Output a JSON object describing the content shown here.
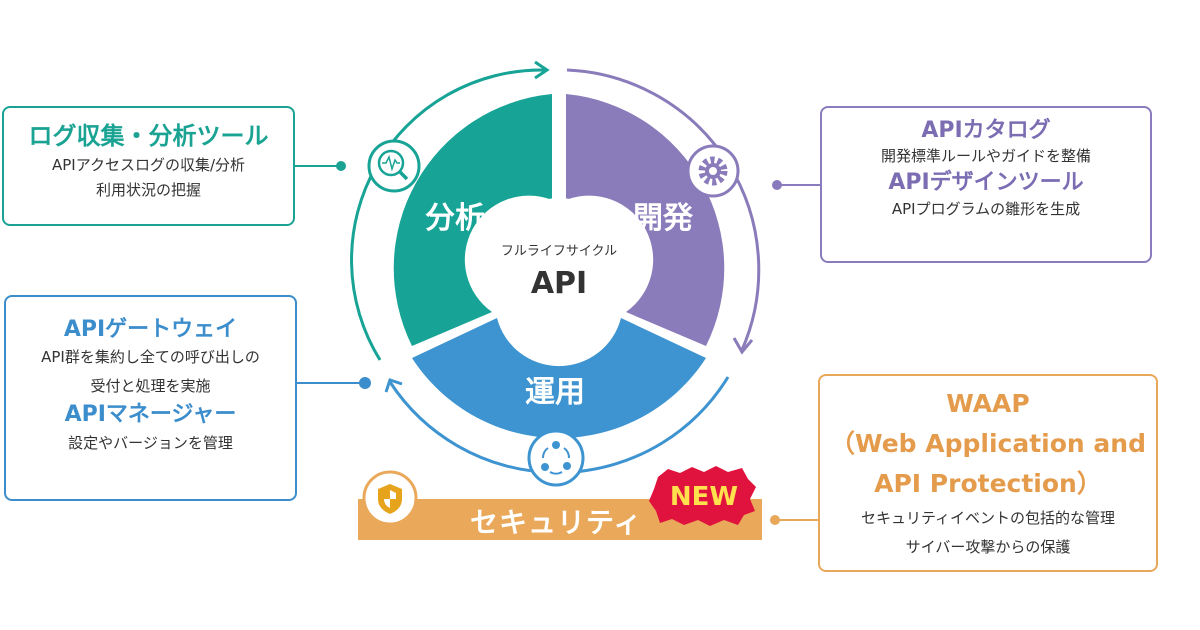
{
  "center": {
    "subtitle": "フルライフサイクル",
    "title": "API"
  },
  "segments": {
    "analysis": {
      "label": "分析",
      "color": "#17a395",
      "icon": "magnifier-pulse-icon"
    },
    "development": {
      "label": "開発",
      "color": "#8a7bbb",
      "icon": "gear-icon"
    },
    "operation": {
      "label": "運用",
      "color": "#3d94d1",
      "icon": "cycle-icon"
    }
  },
  "security": {
    "label": "セキュリティ",
    "color": "#eaa85a",
    "icon": "shield-icon",
    "badge": "NEW",
    "badge_color": "#e0123e",
    "badge_text_color": "#ffe14d"
  },
  "boxes": {
    "log": {
      "title": "ログ収集・分析ツール",
      "lines": [
        "APIアクセスログの収集/分析",
        "利用状況の把握"
      ]
    },
    "gateway": {
      "title": "APIゲートウェイ",
      "lines": [
        "API群を集約し全ての呼び出しの",
        "受付と処理を実施"
      ],
      "title2": "APIマネージャー",
      "lines2": [
        "設定やバージョンを管理"
      ]
    },
    "catalog": {
      "title": "APIカタログ",
      "lines": [
        "開発標準ルールやガイドを整備"
      ],
      "title2": "APIデザインツール",
      "lines2": [
        "APIプログラムの雛形を生成"
      ]
    },
    "waap": {
      "title_lines": [
        "WAAP",
        "（Web Application and",
        "API  Protection）"
      ],
      "lines": [
        "セキュリティイベントの包括的な管理",
        "サイバー攻撃からの保護"
      ]
    }
  }
}
